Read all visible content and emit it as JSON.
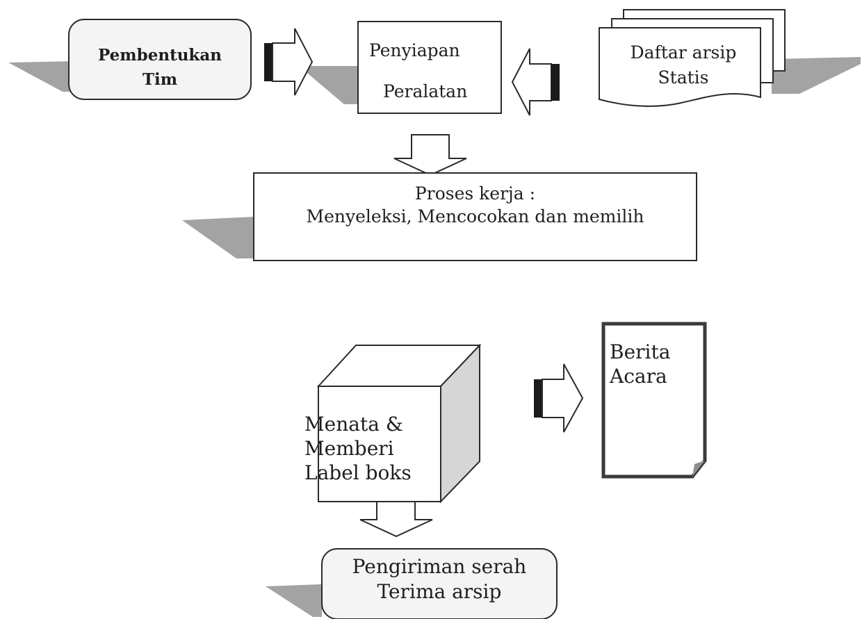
{
  "nodes": {
    "pembentukan_tim": {
      "line1": "Pembentukan",
      "line2": "Tim"
    },
    "penyiapan_peralatan": {
      "line1": "Penyiapan",
      "line2": "Peralatan"
    },
    "daftar_arsip": {
      "line1": "Daftar arsip",
      "line2": "Statis"
    },
    "proses_kerja": {
      "line1": "Proses kerja :",
      "line2": "Menyeleksi, Mencocokan dan memilih"
    },
    "menata_label": {
      "line1": "Menata &",
      "line2": "Memberi",
      "line3": "Label boks"
    },
    "berita_acara": {
      "line1": "Berita",
      "line2": "Acara"
    },
    "pengiriman": {
      "line1": "Pengiriman serah",
      "line2": "Terima arsip"
    }
  }
}
